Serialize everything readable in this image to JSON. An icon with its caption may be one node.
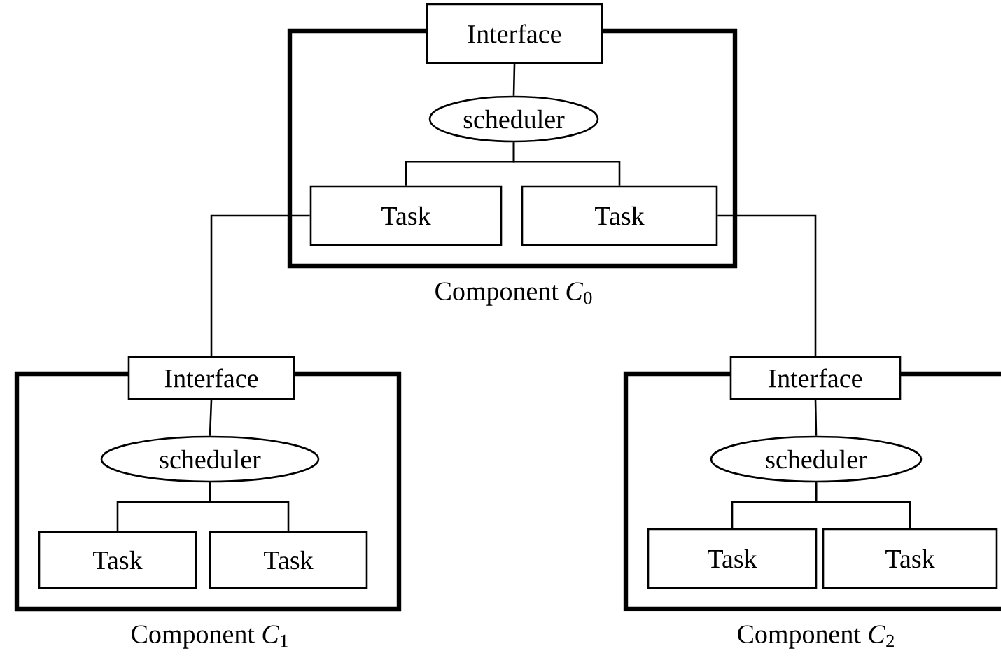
{
  "diagram": {
    "nodes": [
      {
        "text": [
          "Component *C*$_{0}$"
        ]
      },
      {
        "text": [
          "Interface"
        ]
      },
      {
        "text": [
          "scheduler"
        ],
        "in": 0
      },
      {
        "text": [
          "Task"
        ],
        "in": 0
      },
      {
        "text": [
          "Task"
        ],
        "in": 0
      },
      {
        "text": [
          "Component *C*$_{1}$"
        ]
      },
      {
        "text": [
          "Interface"
        ]
      },
      {
        "text": [
          "scheduler"
        ],
        "in": 5
      },
      {
        "text": [
          "Task"
        ],
        "in": 5
      },
      {
        "text": [
          "Task"
        ],
        "in": 5
      },
      {
        "text": [
          "Component *C*$_{2}$"
        ]
      },
      {
        "text": [
          "Interface"
        ]
      },
      {
        "text": [
          "scheduler"
        ],
        "in": 10
      },
      {
        "text": [
          "Task"
        ],
        "in": 10
      },
      {
        "text": [
          "Task"
        ],
        "in": 10
      }
    ],
    "edges": [
      {
        "from": 1,
        "to": 2,
        "arrow": "none"
      },
      {
        "from": 2,
        "to": 3,
        "arrow": "none"
      },
      {
        "from": 2,
        "to": 4,
        "arrow": "none"
      },
      {
        "from": 6,
        "to": 7,
        "arrow": "none"
      },
      {
        "from": 7,
        "to": 8,
        "arrow": "none"
      },
      {
        "from": 7,
        "to": 9,
        "arrow": "none"
      },
      {
        "from": 11,
        "to": 12,
        "arrow": "none"
      },
      {
        "from": 12,
        "to": 13,
        "arrow": "none"
      },
      {
        "from": 12,
        "to": 14,
        "arrow": "none"
      },
      {
        "from": 3,
        "to": 6,
        "arrow": "none"
      },
      {
        "from": 4,
        "to": 11,
        "arrow": "none"
      }
    ]
  }
}
